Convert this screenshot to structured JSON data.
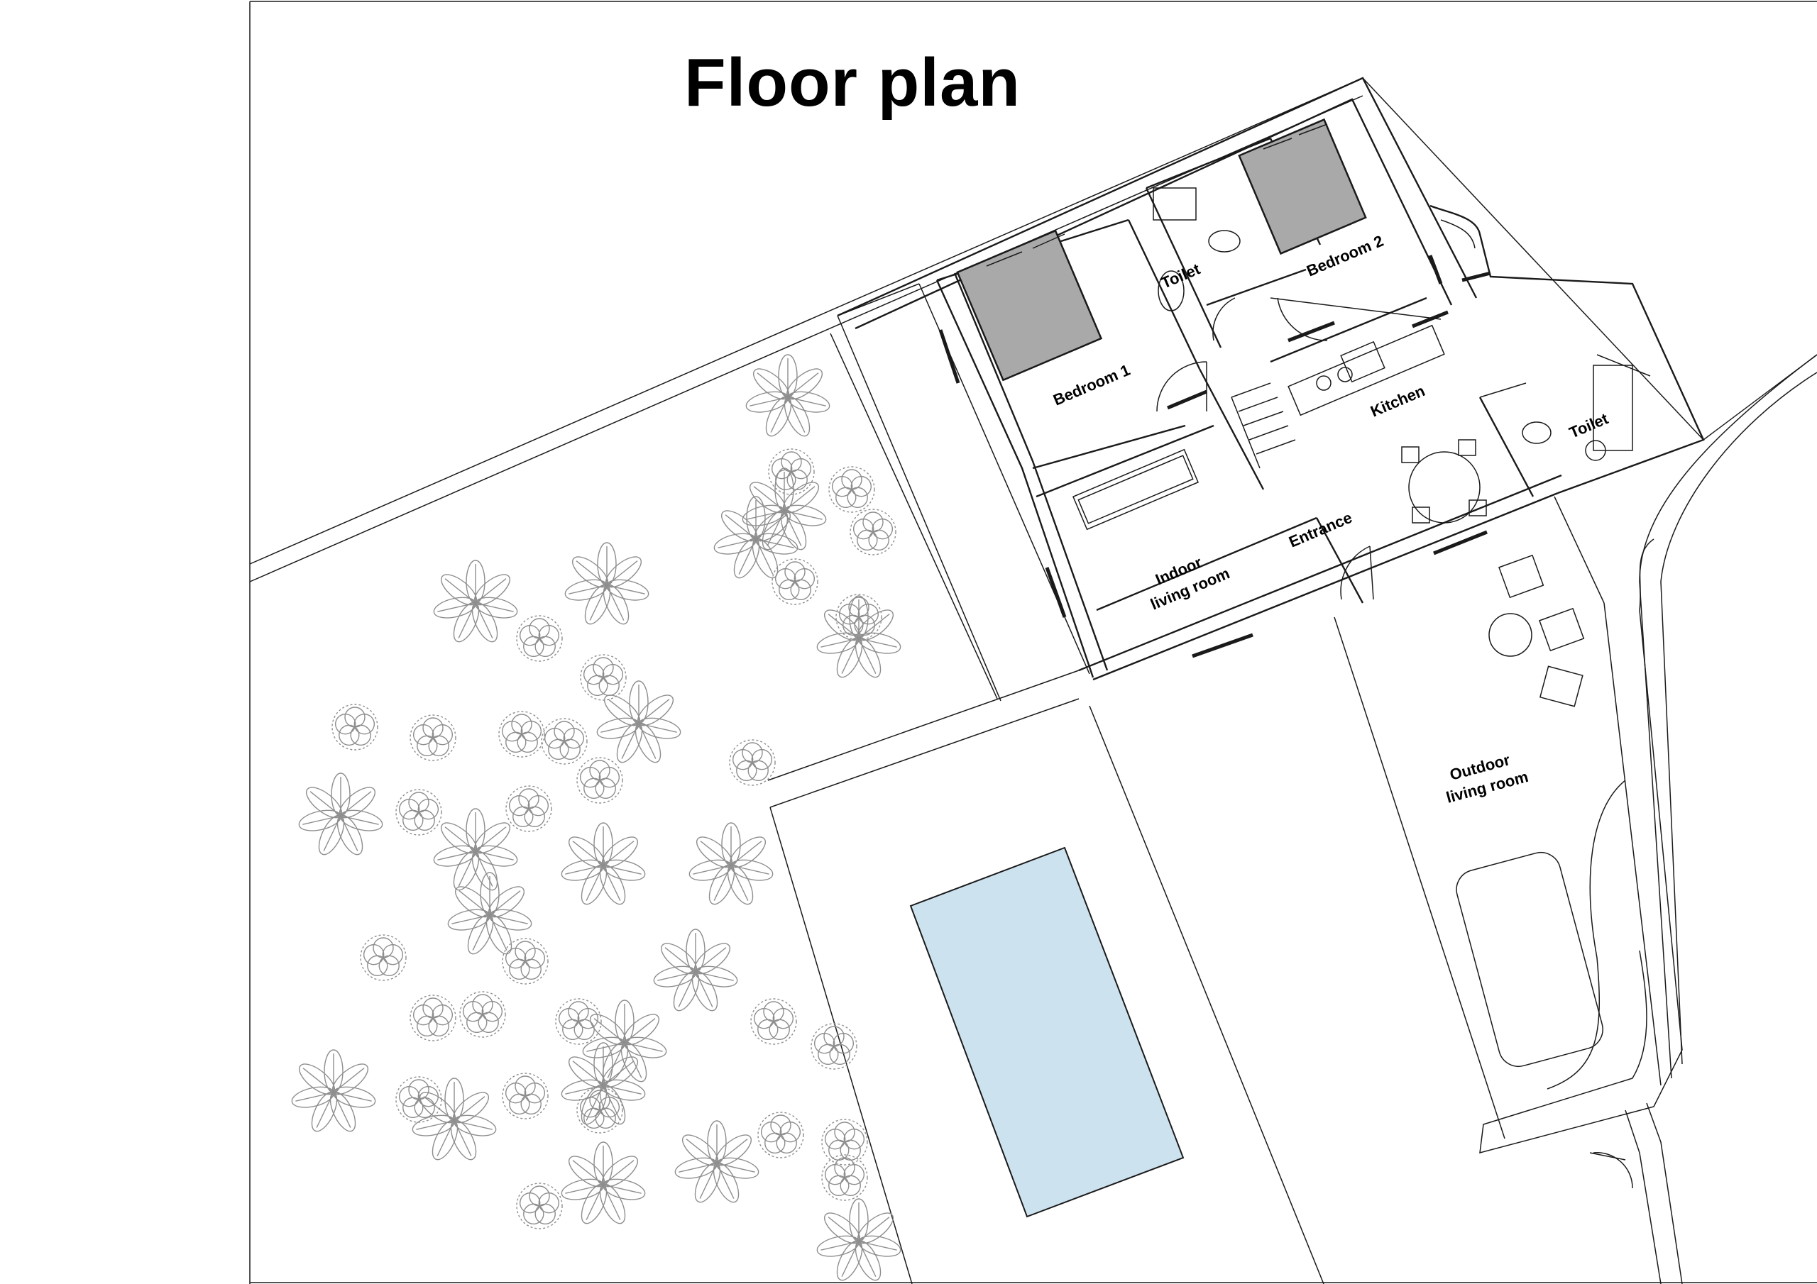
{
  "title": "Floor plan",
  "rooms": {
    "bedroom1": "Bedroom 1",
    "bedroom2": "Bedroom 2",
    "toilet1": "Toilet",
    "toilet2": "Toilet",
    "kitchen": "Kitchen",
    "entrance": "Entrance",
    "indoor_line1": "Indoor",
    "indoor_line2": "living room",
    "outdoor_line1": "Outdoor",
    "outdoor_line2": "living room"
  },
  "colors": {
    "bed": "#a9a9a9",
    "pool": "#cde2ef",
    "walls": "#1a1a1a",
    "plants": "#8e8e8e"
  }
}
